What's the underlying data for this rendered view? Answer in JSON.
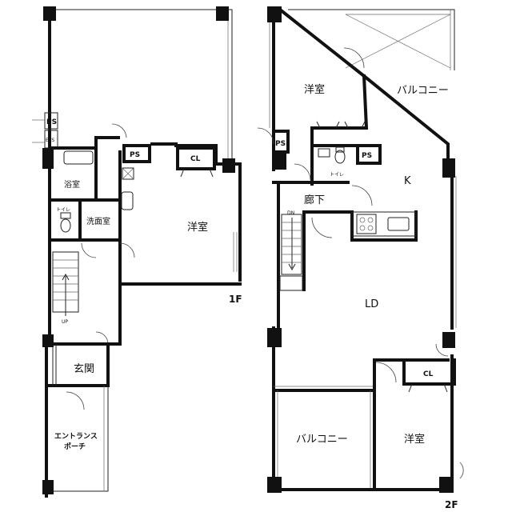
{
  "floor1": {
    "label": "1F",
    "rooms": {
      "ps_upper": "PS",
      "eps": "EPS",
      "bath": "浴室",
      "toilet": "トイレ",
      "washroom": "洗面室",
      "ps_center": "PS",
      "closet": "CL",
      "western": "洋室",
      "entrance": "玄関",
      "porch_line1": "エントランス",
      "porch_line2": "ポーチ",
      "stair_up": "UP"
    }
  },
  "floor2": {
    "label": "2F",
    "rooms": {
      "western_top": "洋室",
      "balcony_top": "バルコニー",
      "ps_left": "PS",
      "ps_right": "PS",
      "toilet": "トイレ",
      "kitchen": "K",
      "hallway": "廊下",
      "stair_dn": "DN",
      "living": "LD",
      "closet": "CL",
      "balcony_bottom": "バルコニー",
      "western_bottom": "洋室"
    }
  }
}
